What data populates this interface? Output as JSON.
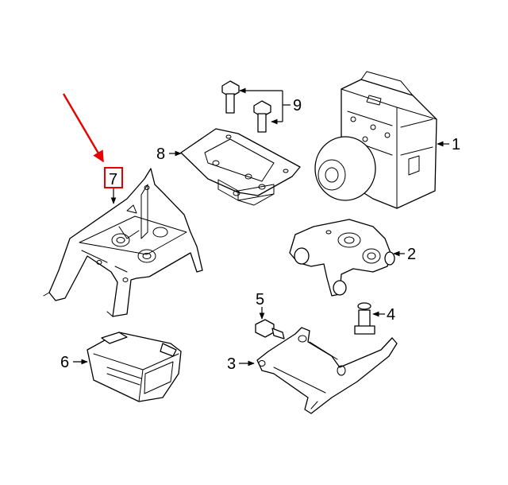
{
  "diagram": {
    "highlight_color": "#e60000",
    "highlighted_part": "7",
    "callouts": [
      {
        "id": "c1",
        "label": "1"
      },
      {
        "id": "c2",
        "label": "2"
      },
      {
        "id": "c3",
        "label": "3"
      },
      {
        "id": "c4",
        "label": "4"
      },
      {
        "id": "c5",
        "label": "5"
      },
      {
        "id": "c6",
        "label": "6"
      },
      {
        "id": "c7",
        "label": "7"
      },
      {
        "id": "c8",
        "label": "8"
      },
      {
        "id": "c9",
        "label": "9"
      }
    ]
  }
}
